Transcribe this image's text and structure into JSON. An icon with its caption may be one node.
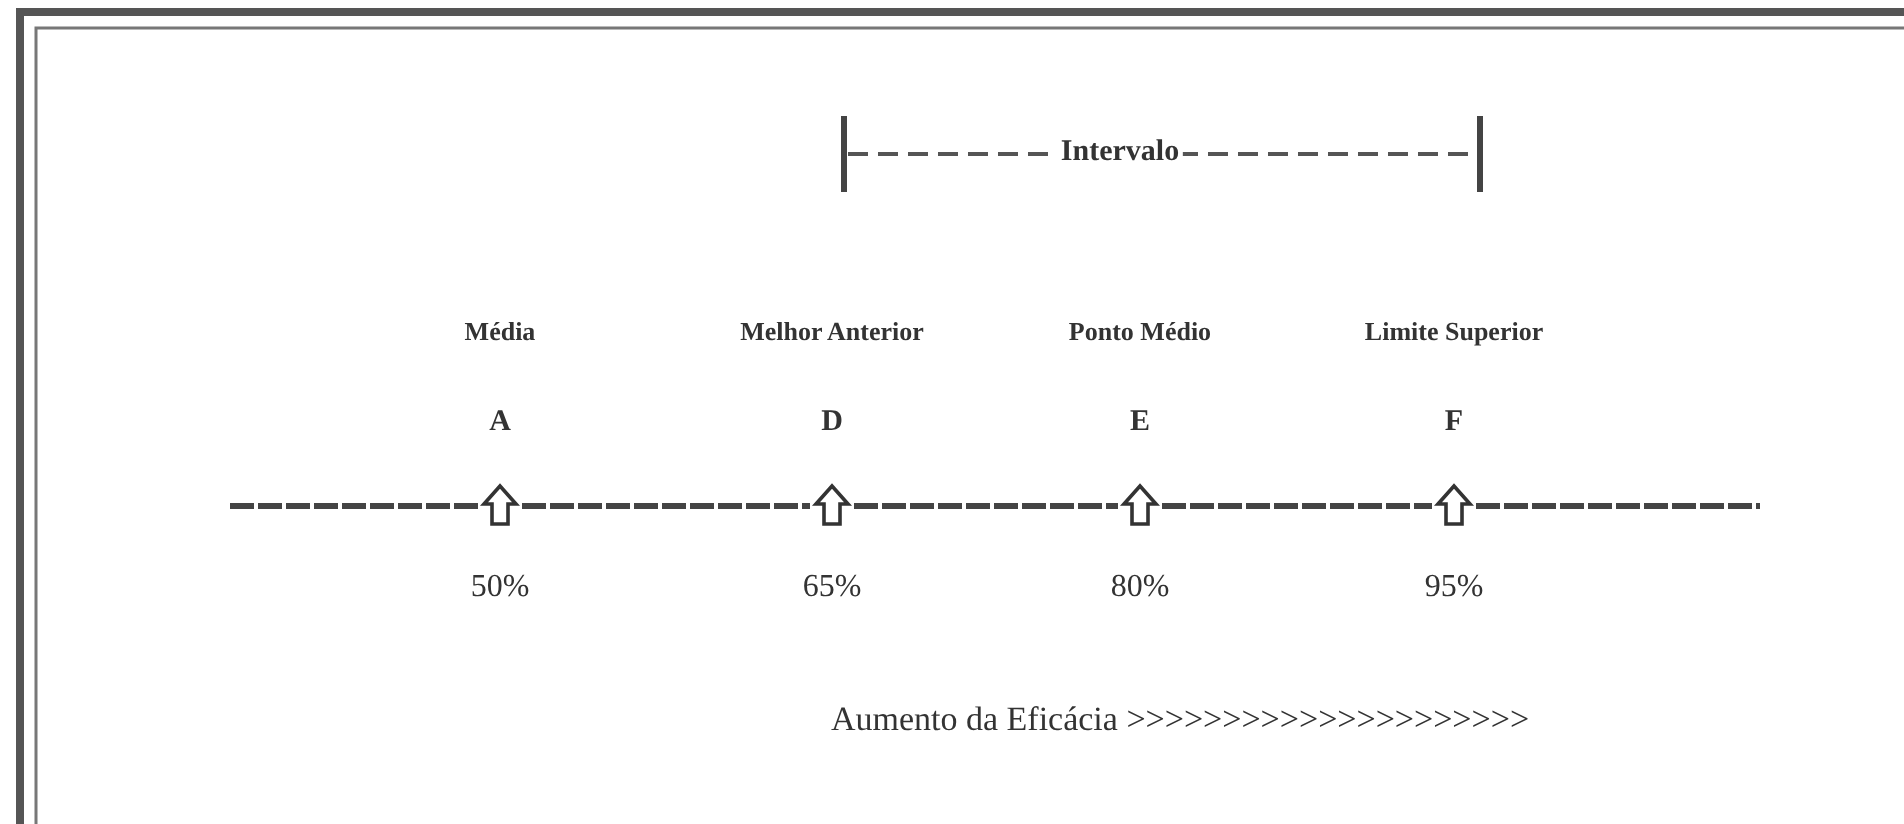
{
  "diagram": {
    "labels": [
      "Intervalo",
      "Média",
      "Melhor Anterior",
      "Ponto Médio",
      "Limite Superior",
      "A",
      "D",
      "E",
      "F",
      "50%",
      "65%",
      "80%",
      "95%",
      "Aumento da Eficácia >>>>>>>>>>>>>>>>>>>>>"
    ]
  }
}
